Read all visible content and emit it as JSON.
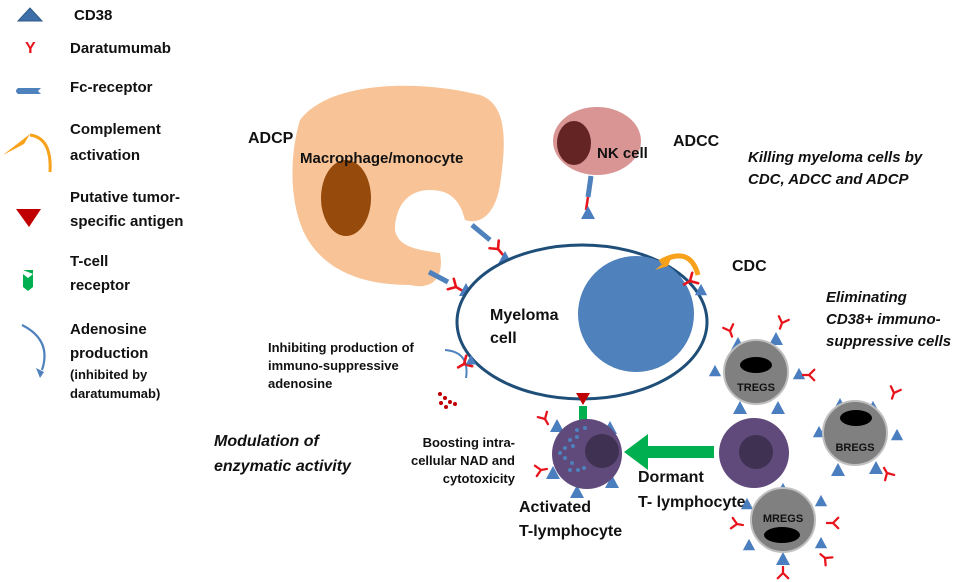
{
  "legend": [
    {
      "icon": "triangle-icon",
      "lines": [
        "CD38"
      ]
    },
    {
      "icon": "antibody-y-icon",
      "lines": [
        "Daratumumab"
      ]
    },
    {
      "icon": "fc-receptor-icon",
      "lines": [
        "Fc-receptor"
      ]
    },
    {
      "icon": "complement-arrow-icon",
      "lines": [
        "Complement",
        "activation"
      ]
    },
    {
      "icon": "inverted-triangle-icon",
      "lines": [
        "Putative tumor-",
        "specific antigen"
      ]
    },
    {
      "icon": "t-cell-receptor-icon",
      "lines": [
        "T-cell",
        "receptor"
      ]
    },
    {
      "icon": "curved-arrow-icon",
      "lines": [
        "Adenosine",
        "production",
        "(inhibited by",
        "daratumumab)"
      ]
    }
  ],
  "labels": {
    "adcp": "ADCP",
    "macrophage": "Macrophage/monocyte",
    "nk_cell": "NK cell",
    "adcc": "ADCC",
    "killing": [
      "Killing myeloma cells by",
      "CDC, ADCC and ADCP"
    ],
    "cdc": "CDC",
    "myeloma": [
      "Myeloma",
      "cell"
    ],
    "eliminating": [
      "Eliminating",
      "CD38+ immuno-",
      "suppressive cells"
    ],
    "inhibiting": [
      "Inhibiting production of",
      "immuno-suppressive",
      "adenosine"
    ],
    "modulation": [
      "Modulation of",
      "enzymatic activity"
    ],
    "boosting": [
      "Boosting intra-",
      "cellular NAD and",
      "cytotoxicity"
    ],
    "activated": [
      "Activated",
      "T-lymphocyte"
    ],
    "dormant": [
      "Dormant",
      "T- lymphocyte"
    ],
    "tregs": "TREGS",
    "bregs": "BREGS",
    "mregs": "MREGS"
  },
  "colors": {
    "cd38": "#4a7ebf",
    "antibody": "#e8141c",
    "macrophage": "#f8c497",
    "macrophage_nucleus": "#964a0b",
    "nk": "#d99594",
    "nk_nucleus": "#632423",
    "myeloma_outline": "#1f4e79",
    "myeloma_nucleus": "#4f81bd",
    "complement": "#f8a11b",
    "antigen": "#c00000",
    "tcr": "#00b050",
    "lymphocyte": "#604a7b",
    "lymphocyte_nucleus": "#3f3151",
    "reg_cell": "#808080"
  }
}
